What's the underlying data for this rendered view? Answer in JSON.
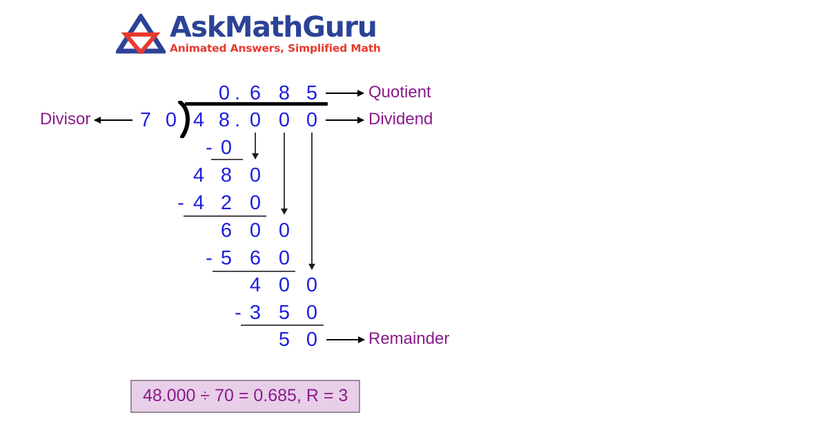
{
  "logo": {
    "word": "AskMathGuru",
    "tagline": "Animated Answers, Simplified Math",
    "mark_icon": "overlapping-triangles-icon",
    "word_color": "#2c4296",
    "tagline_color": "#e8392e",
    "triangle_up_color": "#2c4296",
    "triangle_down_color": "#e8392e"
  },
  "colors": {
    "digit": "#1d1ddd",
    "label": "#8a1a8a",
    "rule": "#4a4a4a",
    "vinculum": "#000000",
    "arrow": "#000000",
    "result_fill": "#e8cfe8",
    "result_border": "#9a8a9a"
  },
  "problem": {
    "dividend": "48.000",
    "divisor": "70",
    "quotient": "0.685",
    "remainder": "3"
  },
  "labels": {
    "quotient": "Quotient",
    "dividend": "Dividend",
    "divisor": "Divisor",
    "remainder": "Remainder"
  },
  "rows": {
    "quotient": [
      "0",
      ".",
      "6",
      "8",
      "5"
    ],
    "divisor": [
      "7",
      "0"
    ],
    "dividend": [
      "4",
      "8",
      ".",
      "0",
      "0",
      "0"
    ],
    "step1_sub": [
      "-",
      "0"
    ],
    "step1_result": [
      "4",
      "8",
      "0"
    ],
    "step2_sub": [
      "-",
      "4",
      "2",
      "0"
    ],
    "step2_result": [
      "6",
      "0",
      "0"
    ],
    "step3_sub": [
      "-",
      "5",
      "6",
      "0"
    ],
    "step3_result": [
      "4",
      "0",
      "0"
    ],
    "step4_sub": [
      "-",
      "3",
      "5",
      "0"
    ],
    "step4_result": [
      "5",
      "0"
    ]
  },
  "result": {
    "text": "48.000 ÷ 70 = 0.685, R = 3"
  }
}
